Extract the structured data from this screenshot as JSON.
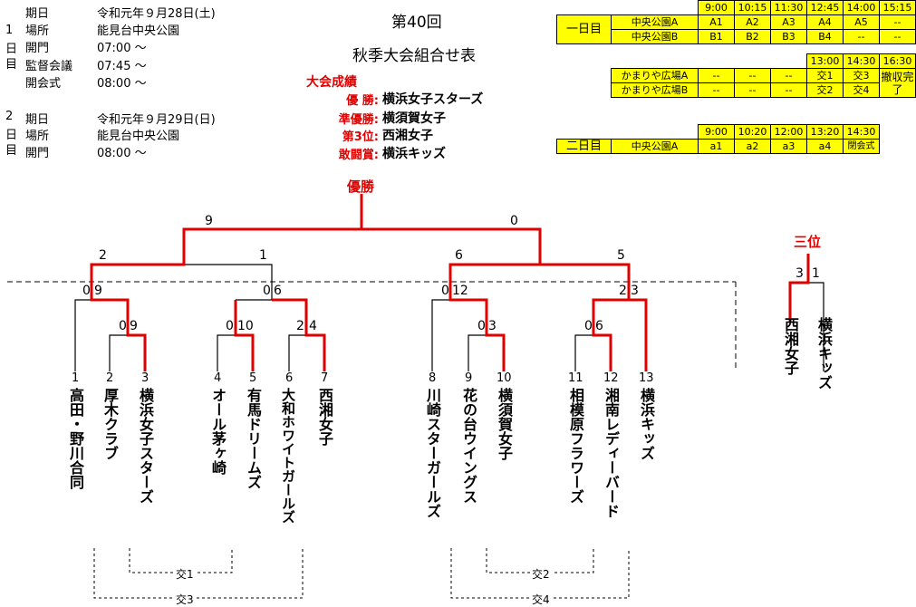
{
  "info": {
    "day1_side": [
      "1",
      "日",
      "目"
    ],
    "day1": [
      {
        "label": "期日",
        "value": "令和元年９月28日(土)"
      },
      {
        "label": "場所",
        "value": "能見台中央公園"
      },
      {
        "label": "開門",
        "value": "07:00 ～"
      },
      {
        "label": "監督会議",
        "value": "07:45 ～"
      },
      {
        "label": "開会式",
        "value": "08:00 ～"
      }
    ],
    "day2_side": [
      "2",
      "日",
      "目"
    ],
    "day2": [
      {
        "label": "期日",
        "value": "令和元年９月29日(日)"
      },
      {
        "label": "場所",
        "value": "能見台中央公園"
      },
      {
        "label": "開門",
        "value": "08:00 ～"
      }
    ]
  },
  "title": {
    "line1": "第40回",
    "line2": "秋季大会組合せ表"
  },
  "results": {
    "heading": "大会成績",
    "rows": [
      {
        "label": "優 勝:",
        "team": "横浜女子スターズ"
      },
      {
        "label": "準優勝:",
        "team": "横須賀女子"
      },
      {
        "label": "第3位:",
        "team": "西湘女子"
      },
      {
        "label": "敢闘賞:",
        "team": "横浜キッズ"
      }
    ]
  },
  "schedule": {
    "day1_times": [
      "9:00",
      "10:15",
      "11:30",
      "12:45",
      "14:00",
      "15:15"
    ],
    "day1_label": "一日目",
    "day1_rows": [
      {
        "venue": "中央公園A",
        "cells": [
          "A1",
          "A2",
          "A3",
          "A4",
          "A5",
          "--"
        ]
      },
      {
        "venue": "中央公園B",
        "cells": [
          "B1",
          "B2",
          "B3",
          "B4",
          "--",
          "--"
        ]
      }
    ],
    "kamari_times": [
      "13:00",
      "14:30",
      "16:30"
    ],
    "kamari_rows": [
      {
        "venue": "かまりや広場A",
        "cells": [
          "--",
          "--",
          "--",
          "交1",
          "交3"
        ]
      },
      {
        "venue": "かまりや広場B",
        "cells": [
          "--",
          "--",
          "--",
          "交2",
          "交4"
        ]
      }
    ],
    "kamari_merged": "撤収完了",
    "day2_times": [
      "9:00",
      "10:20",
      "12:00",
      "13:20",
      "14:30"
    ],
    "day2_label": "二日目",
    "day2_row": {
      "venue": "中央公園A",
      "cells": [
        "a1",
        "a2",
        "a3",
        "a4",
        "閉会式"
      ]
    }
  },
  "bracket": {
    "champion_label": "優勝",
    "third_label": "三位",
    "final_scores": [
      "9",
      "0"
    ],
    "semi_scores": [
      "2",
      "1",
      "6",
      "5"
    ],
    "quarter_scores": [
      [
        "0",
        "9"
      ],
      [
        "0",
        "6"
      ],
      [
        "0",
        "12"
      ],
      [
        "2",
        "3"
      ]
    ],
    "first_scores": [
      [
        "0",
        "9"
      ],
      [
        "0",
        "10"
      ],
      [
        "2",
        "4"
      ],
      [
        "0",
        "3"
      ],
      [
        "0",
        "6"
      ]
    ],
    "third_scores": [
      "3",
      "1"
    ],
    "teams": [
      {
        "no": "1",
        "name": "高田・野川合同"
      },
      {
        "no": "2",
        "name": "厚木クラブ"
      },
      {
        "no": "3",
        "name": "横浜女子スターズ"
      },
      {
        "no": "4",
        "name": "オール茅ヶ崎"
      },
      {
        "no": "5",
        "name": "有馬ドリームズ"
      },
      {
        "no": "6",
        "name": "大和ホワイトガールズ"
      },
      {
        "no": "7",
        "name": "西湘女子"
      },
      {
        "no": "8",
        "name": "川崎スターガールズ"
      },
      {
        "no": "9",
        "name": "花の台ウイングス"
      },
      {
        "no": "10",
        "name": "横須賀女子"
      },
      {
        "no": "11",
        "name": "相模原フラワーズ"
      },
      {
        "no": "12",
        "name": "湘南レディーバード"
      },
      {
        "no": "13",
        "name": "横浜キッズ"
      }
    ],
    "third_teams": [
      "西湘女子",
      "横浜キッズ"
    ],
    "cross_labels": [
      "交1",
      "交3",
      "交2",
      "交4"
    ]
  },
  "colors": {
    "win_line": "#e00000",
    "schedule_bg": "#ffff00"
  }
}
